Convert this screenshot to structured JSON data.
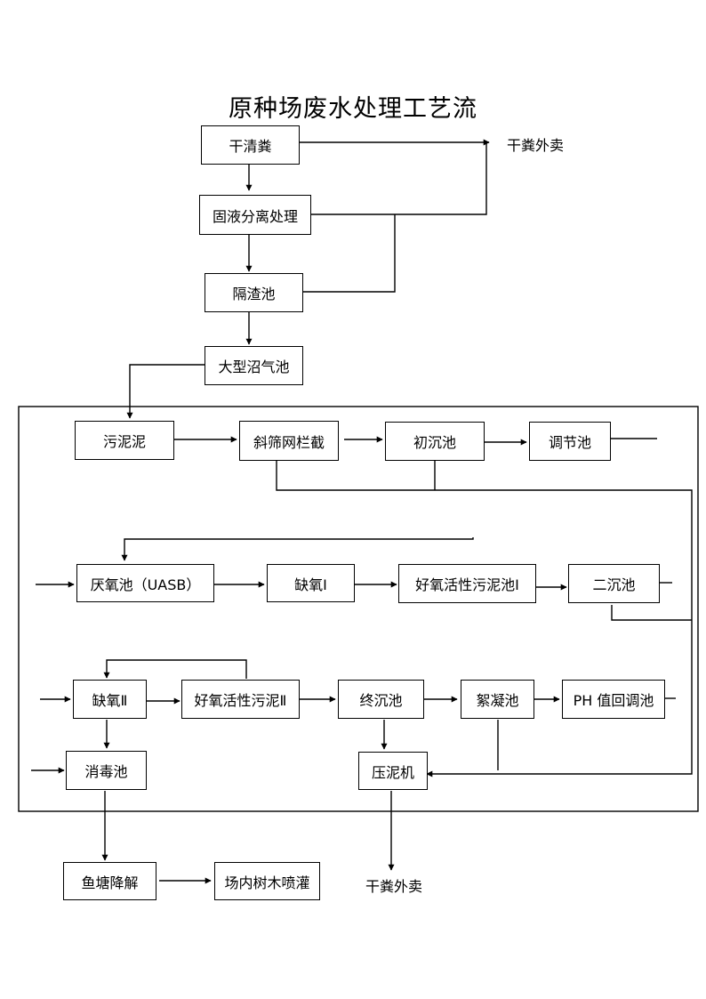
{
  "title": "原种场废水处理工艺流",
  "nodes": {
    "dry_cleaning": "干清粪",
    "solid_liquid": "固液分离处理",
    "slag_pool": "隔渣池",
    "biogas": "大型沼气池",
    "sewage_sludge": "污泥泥",
    "screen": "斜筛网栏截",
    "primary_settling": "初沉池",
    "regulating": "调节池",
    "uasb": "厌氧池（UASB）",
    "anoxic1": "缺氧Ⅰ",
    "aerobic1": "好氧活性污泥池Ⅰ",
    "secondary_settling": "二沉池",
    "anoxic2": "缺氧Ⅱ",
    "aerobic2": "好氧活性污泥Ⅱ",
    "final_settling": "终沉池",
    "flocculation": "絮凝池",
    "ph_adjust": "PH 值回调池",
    "disinfection": "消毒池",
    "filter_press": "压泥机",
    "fish_pond": "鱼塘降解",
    "tree_irrigation": "场内树木喷灌"
  },
  "labels": {
    "dry_manure_sold_top": "干粪外卖",
    "dry_manure_sold_bottom": "干粪外卖"
  }
}
